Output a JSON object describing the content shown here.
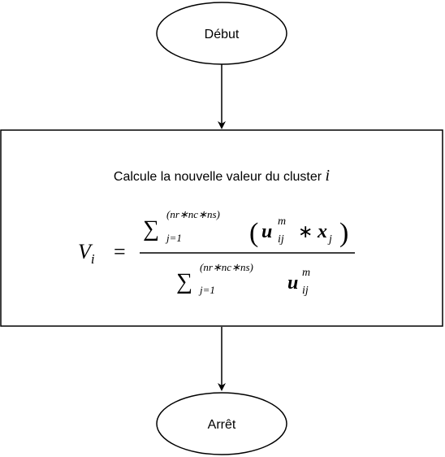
{
  "nodes": {
    "start": {
      "label": "Début"
    },
    "process": {
      "title_text": "Calcule la nouvelle valeur du cluster",
      "title_var": "i",
      "formula": {
        "lhs_var": "V",
        "lhs_sub": "i",
        "equals": "=",
        "num_upper": "(nr∗nc∗ns)",
        "num_lower": "j=1",
        "num_u": "u",
        "num_u_sup": "m",
        "num_u_sub": "ij",
        "num_times": "∗",
        "num_x": "x",
        "num_x_sub": "j",
        "den_upper": "(nr∗nc∗ns)",
        "den_lower": "j=1",
        "den_u": "u",
        "den_u_sup": "m",
        "den_u_sub": "ij"
      }
    },
    "end": {
      "label": "Arrêt"
    }
  }
}
